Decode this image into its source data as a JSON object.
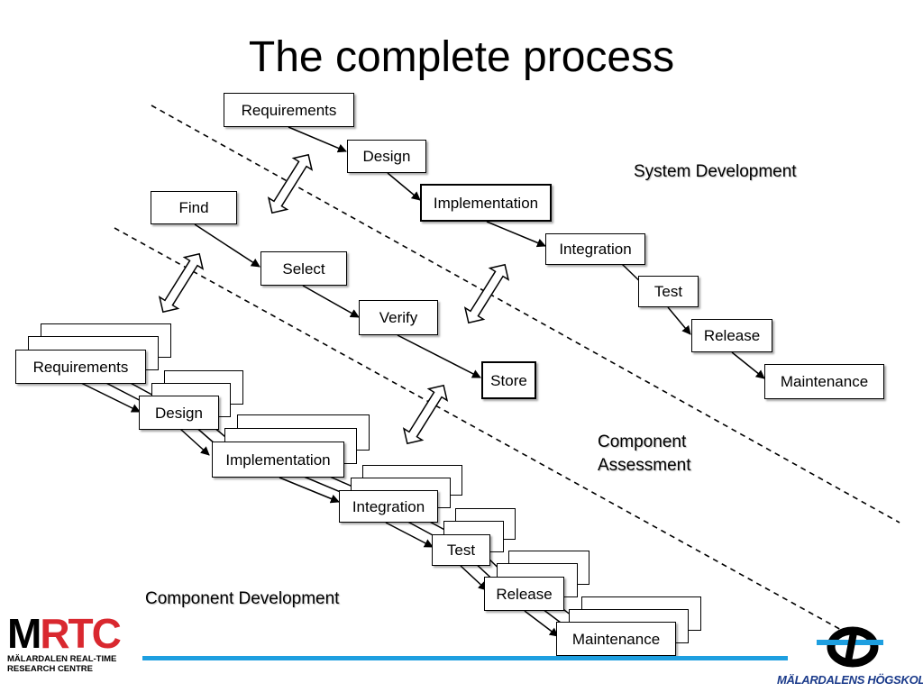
{
  "title": "The complete process",
  "system_dev": {
    "region_label": "System Development",
    "steps": [
      "Requirements",
      "Design",
      "Implementation",
      "Integration",
      "Test",
      "Release",
      "Maintenance"
    ]
  },
  "assessment": {
    "region_label_line1": "Component",
    "region_label_line2": "Assessment",
    "steps": [
      "Find",
      "Select",
      "Verify",
      "Store"
    ]
  },
  "component_dev": {
    "region_label": "Component Development",
    "steps": [
      "Requirements",
      "Design",
      "Implementation",
      "Integration",
      "Test",
      "Release",
      "Maintenance"
    ]
  },
  "logos": {
    "mrtc_word": "MRTC",
    "mrtc_line1": "MÄLARDALEN REAL-TIME",
    "mrtc_line2": "RESEARCH CENTRE",
    "mdh_name": "MÄLARDALENS HÖGSKOLA"
  },
  "colors": {
    "brand_blue": "#1e9fe0",
    "mdh_navy": "#1a3a8a",
    "mrtc_red": "#d9282f"
  }
}
